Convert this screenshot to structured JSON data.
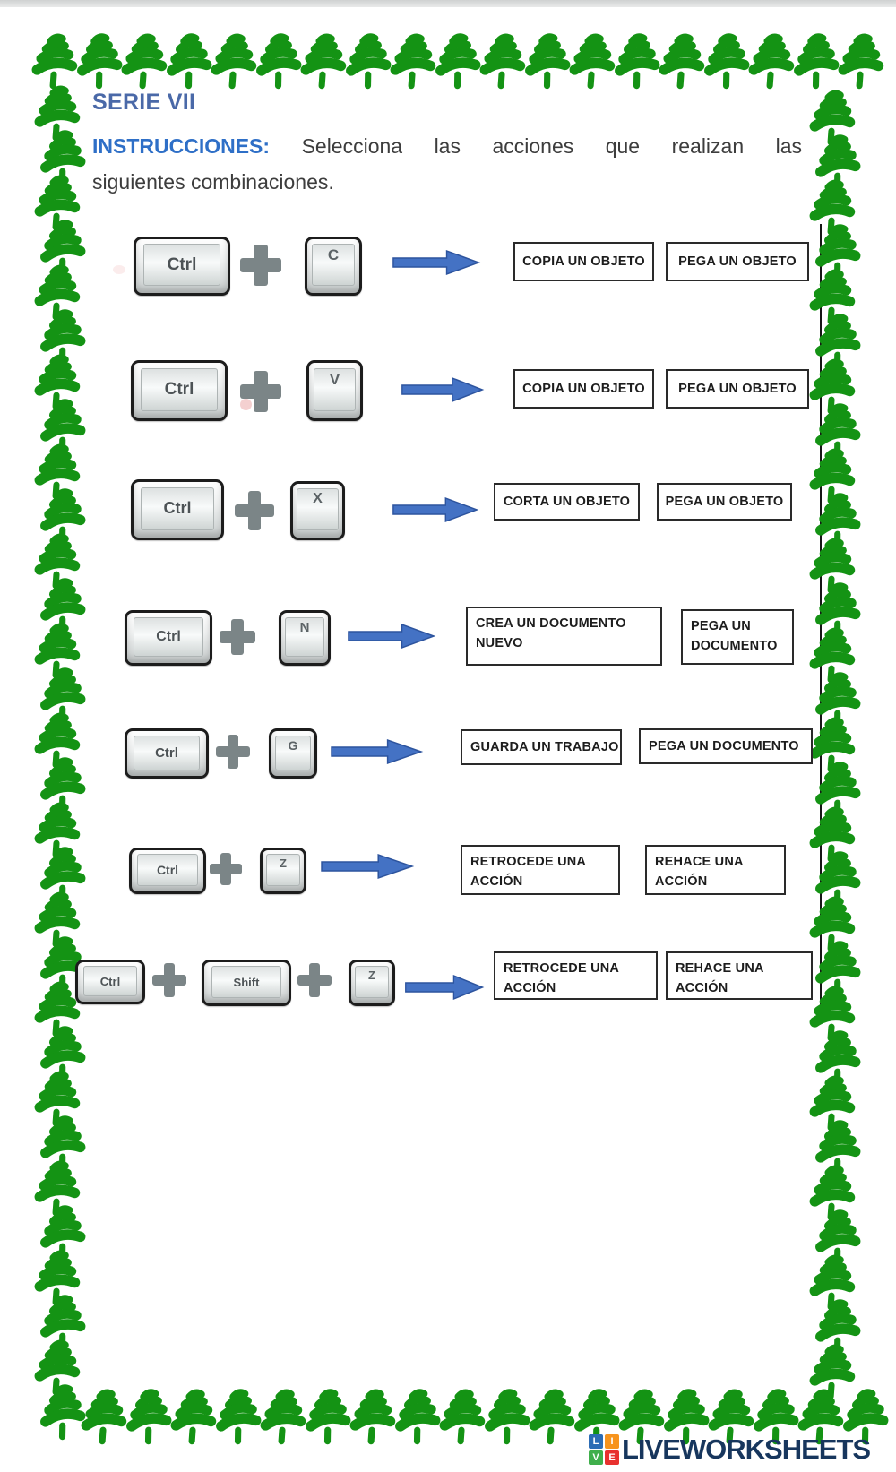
{
  "page": {
    "series_label": "SERIE VII",
    "instructions_label": "INSTRUCCIONES:",
    "instructions_line1": "Selecciona las acciones que realizan las",
    "instructions_line2": "siguientes combinaciones."
  },
  "colors": {
    "tree_green": "#149314",
    "arrow_blue": "#4472c4",
    "title_blue": "#4a69a8",
    "instructions_blue": "#2e6fc7",
    "logo_navy": "#17365d"
  },
  "rows": [
    {
      "keys": [
        "Ctrl",
        "C"
      ],
      "answers": [
        "COPIA UN OBJETO",
        "PEGA UN OBJETO"
      ]
    },
    {
      "keys": [
        "Ctrl",
        "V"
      ],
      "answers": [
        "COPIA UN OBJETO",
        "PEGA UN OBJETO"
      ]
    },
    {
      "keys": [
        "Ctrl",
        "X"
      ],
      "answers": [
        "CORTA UN OBJETO",
        "PEGA UN OBJETO"
      ]
    },
    {
      "keys": [
        "Ctrl",
        "N"
      ],
      "answers": [
        "CREA UN DOCUMENTO NUEVO",
        "PEGA UN DOCUMENTO"
      ]
    },
    {
      "keys": [
        "Ctrl",
        "G"
      ],
      "answers": [
        "GUARDA UN TRABAJO",
        "PEGA UN DOCUMENTO"
      ]
    },
    {
      "keys": [
        "Ctrl",
        "Z"
      ],
      "answers": [
        "RETROCEDE UNA ACCIÓN",
        "REHACE UNA ACCIÓN"
      ]
    },
    {
      "keys": [
        "Ctrl",
        "Shift",
        "Z"
      ],
      "answers": [
        "RETROCEDE UNA ACCIÓN",
        "REHACE UNA ACCIÓN"
      ]
    }
  ],
  "footer": {
    "logo_text": "LIVEWORKSHEETS",
    "logo_squares": [
      {
        "letter": "L",
        "color": "#2d6db5"
      },
      {
        "letter": "I",
        "color": "#f7941d"
      },
      {
        "letter": "V",
        "color": "#3faf4b"
      },
      {
        "letter": "E",
        "color": "#e8312f"
      }
    ]
  }
}
